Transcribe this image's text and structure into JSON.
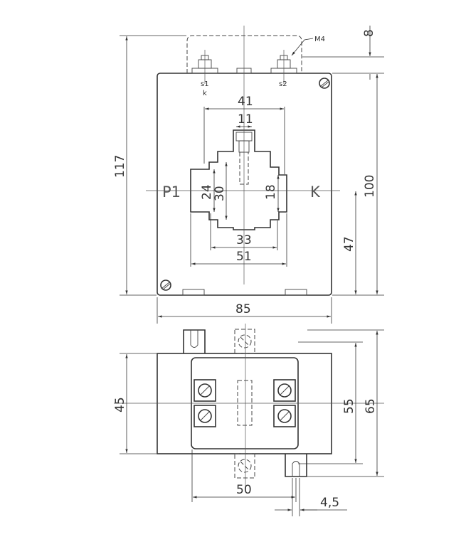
{
  "labels": {
    "thread": "M4",
    "terminal_s1": "s1",
    "terminal_k": "k",
    "terminal_s2": "s2",
    "primary_p1": "P1",
    "primary_k": "K"
  },
  "dimensions": {
    "d8": "8",
    "d117": "117",
    "d100": "100",
    "d47": "47",
    "d85": "85",
    "d41": "41",
    "d11": "11",
    "d24": "24",
    "d30": "30",
    "d18": "18",
    "d33": "33",
    "d51": "51",
    "d45": "45",
    "d55": "55",
    "d65": "65",
    "d50": "50",
    "d4_5": "4,5"
  }
}
